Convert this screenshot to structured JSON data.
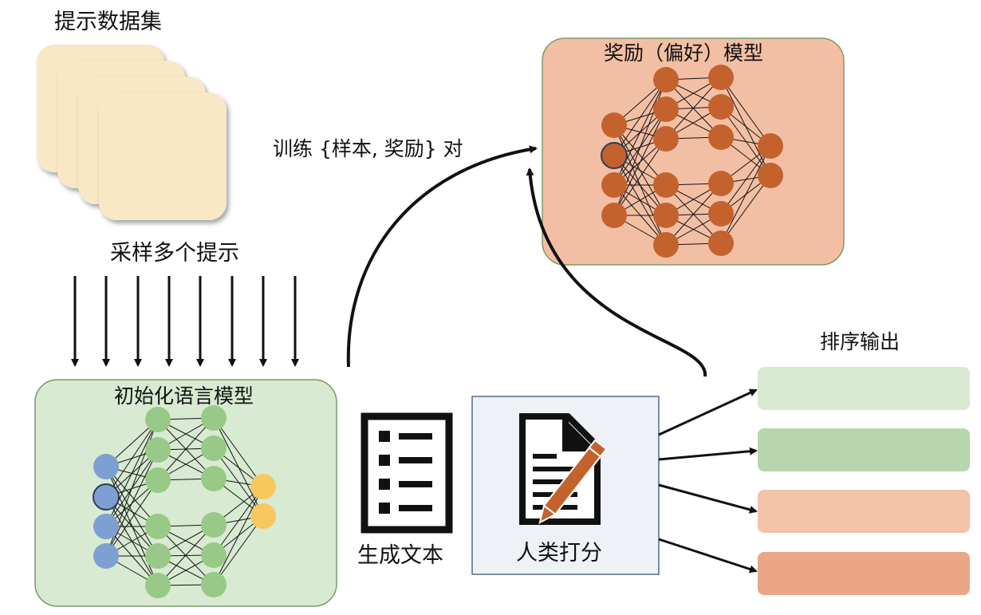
{
  "labels": {
    "prompt_dataset": "提示数据集",
    "sample_prompts": "采样多个提示",
    "initial_lm": "初始化语言模型",
    "generate_text": "生成文本",
    "human_scoring": "人类打分",
    "reward_model": "奖励（偏好）模型",
    "train_pairs": "训练 {样本, 奖励} 对",
    "ranked_output": "排序输出"
  },
  "icons": {
    "prompt_cards": "stacked-cards-icon",
    "generated_text": "list-document-icon",
    "human_scoring": "document-pencil-icon"
  },
  "colors": {
    "card_fill": "#f8e8c6",
    "initial_lm_box": "#d8ead2",
    "initial_lm_border": "#7a9a6a",
    "reward_box": "#f3bfa4",
    "reward_border": "#7a9a6a",
    "node_blue": "#7d9fd1",
    "node_green": "#98c987",
    "node_yellow": "#f7c85e",
    "node_orange": "#c4622e",
    "scoring_panel": "#eef1f6",
    "pencil": "#c4622e",
    "rank_colors": [
      "#d8ead2",
      "#b8d6ad",
      "#f3c3a8",
      "#eba686"
    ]
  }
}
